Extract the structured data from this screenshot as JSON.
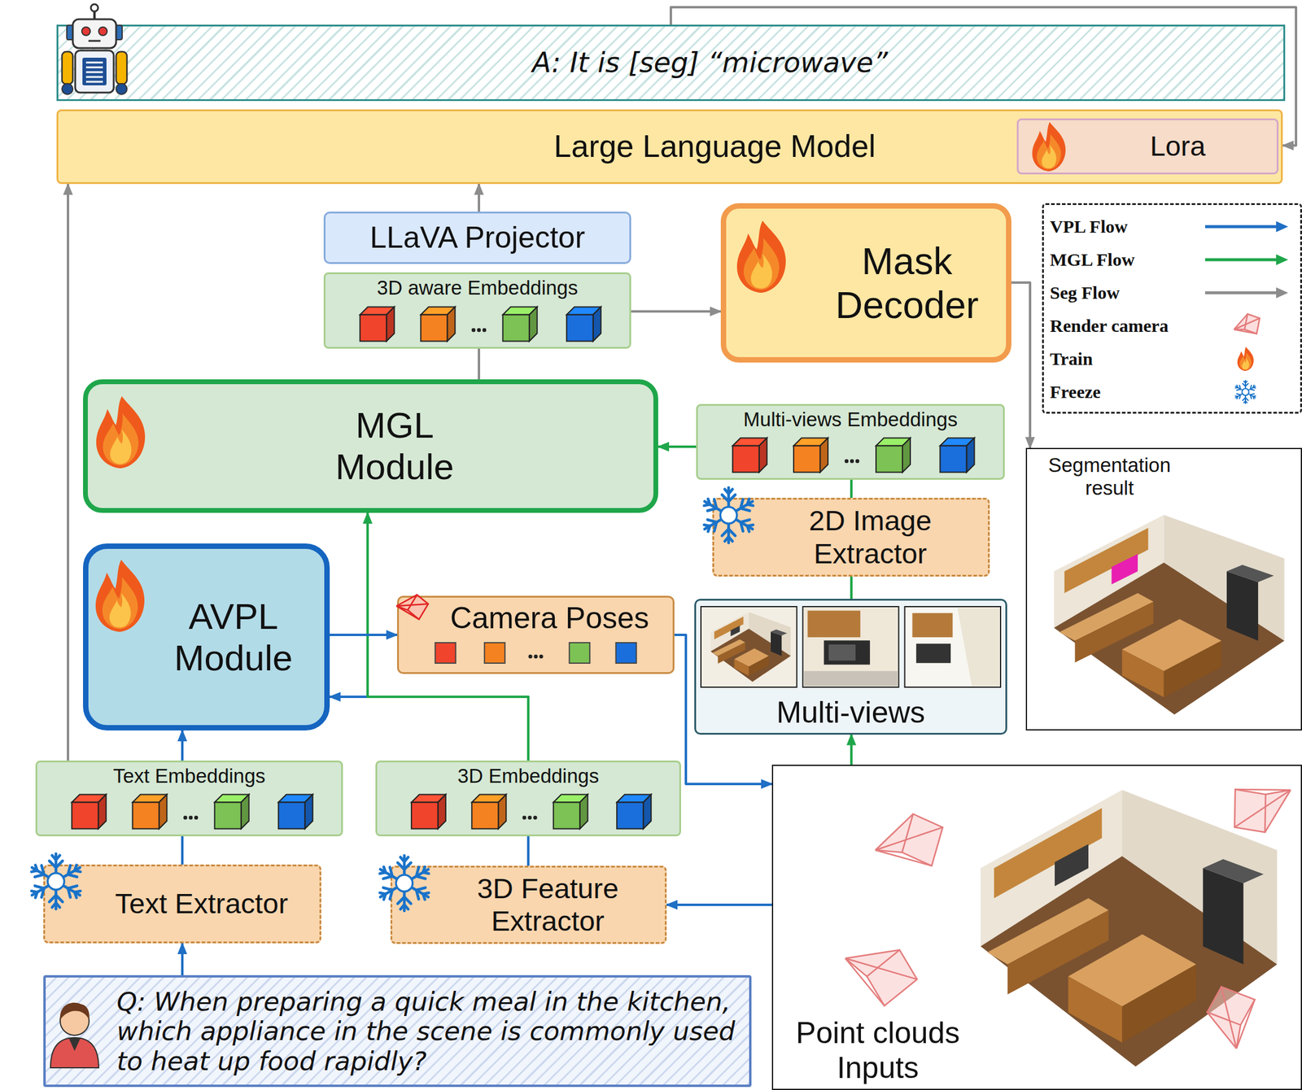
{
  "diagram": {
    "nodes": [
      {
        "text": [
          "A: It is [seg] “microwave”"
        ]
      },
      {
        "text": [
          "Large Language Model"
        ]
      },
      {
        "text": [
          "Lora"
        ],
        "in": 1
      },
      {
        "text": [
          "LLaVA Projector"
        ]
      },
      {
        "text": [
          "3D aware Embeddings"
        ]
      },
      {
        "text": [
          "Mask Decoder"
        ]
      },
      {
        "text": [
          "MGL Module"
        ]
      },
      {
        "text": [
          "Multi-views Embeddings"
        ]
      },
      {
        "text": [
          "2D Image Extractor"
        ]
      },
      {
        "text": [
          "Segmentation result"
        ]
      },
      {
        "text": [
          "AVPL Module"
        ]
      },
      {
        "text": [
          "Camera Poses"
        ]
      },
      {
        "text": [
          "Multi-views"
        ]
      },
      {
        "text": [
          "Text Embeddings"
        ]
      },
      {
        "text": [
          "3D Embeddings"
        ]
      },
      {
        "text": [
          "Point clouds Inputs"
        ]
      },
      {
        "text": [
          "Text Extractor"
        ]
      },
      {
        "text": [
          "3D Feature Extractor"
        ]
      },
      {
        "text": [
          "Q: When preparing a quick meal in the kitchen, which appliance in the scene is commonly used to heat up food rapidly?"
        ]
      }
    ],
    "edges": [
      {
        "from": 18,
        "to": 16,
        "arrow": "to"
      },
      {
        "from": 16,
        "to": 13,
        "arrow": "none"
      },
      {
        "from": 13,
        "to": 10,
        "arrow": "to"
      },
      {
        "from": 13,
        "to": 1,
        "arrow": "to"
      },
      {
        "from": 15,
        "to": 17,
        "arrow": "to"
      },
      {
        "from": 17,
        "to": 14,
        "arrow": "none"
      },
      {
        "from": 14,
        "to": 10,
        "arrow": "to"
      },
      {
        "from": 14,
        "to": 6,
        "arrow": "to"
      },
      {
        "from": 10,
        "to": 11,
        "arrow": "to"
      },
      {
        "from": 11,
        "to": 15,
        "arrow": "to"
      },
      {
        "from": 15,
        "to": 12,
        "arrow": "to"
      },
      {
        "from": 12,
        "to": 8,
        "arrow": "none"
      },
      {
        "from": 8,
        "to": 7,
        "arrow": "none"
      },
      {
        "from": 7,
        "to": 6,
        "arrow": "to"
      },
      {
        "from": 6,
        "to": 4,
        "arrow": "none"
      },
      {
        "from": 3,
        "to": 1,
        "arrow": "to"
      },
      {
        "from": 4,
        "to": 5,
        "arrow": "to"
      },
      {
        "from": 5,
        "to": 9,
        "arrow": "to"
      },
      {
        "from": 0,
        "to": 1,
        "arrow": "to"
      }
    ],
    "legend": [
      {
        "text": "VPL Flow"
      },
      {
        "text": "MGL Flow"
      },
      {
        "text": "Seg Flow"
      },
      {
        "text": "Render camera"
      },
      {
        "text": "Train"
      },
      {
        "text": "Freeze"
      }
    ]
  }
}
